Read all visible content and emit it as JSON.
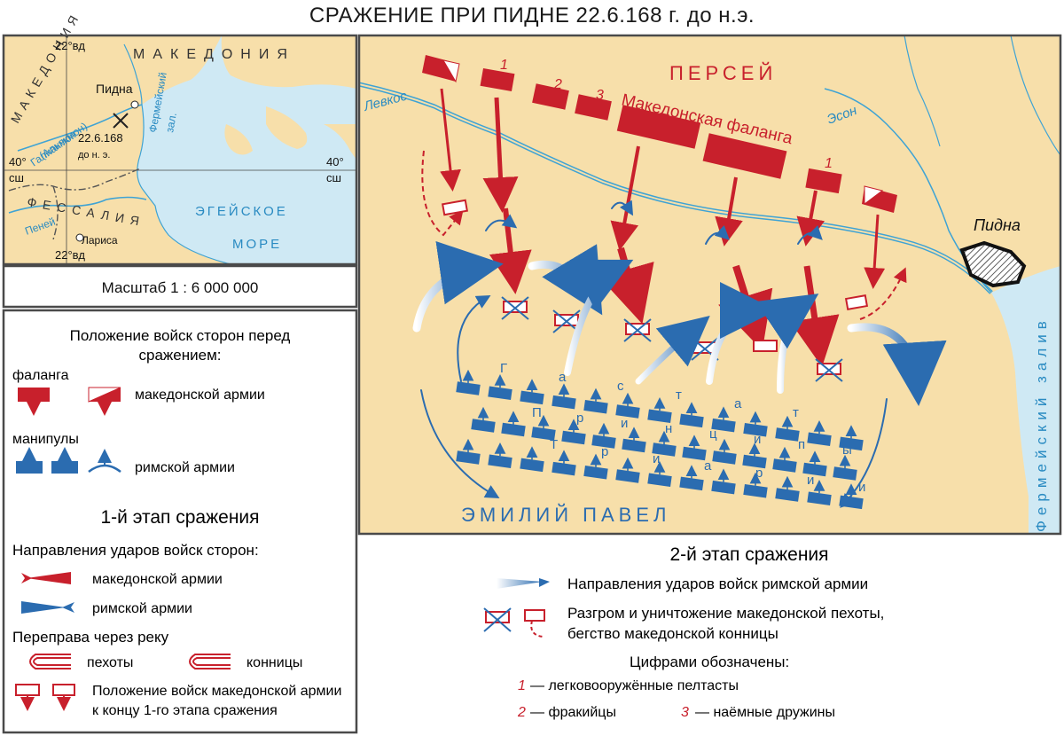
{
  "title": "СРАЖЕНИЕ ПРИ ПИДНЕ 22.6.168 г. до н.э.",
  "colors": {
    "land": "#f7dfaa",
    "sea": "#cfe9f4",
    "river": "#3fa3d4",
    "macedonian_red": "#c8202c",
    "roman_blue": "#2b6cb0",
    "frame": "#4a4a4a"
  },
  "inset": {
    "region_macedonia": "МАКЕДОНИЯ",
    "region_macedonia_left": "МАКЕДОНИЯ",
    "region_thessaly": "ФЕССАЛИЯ",
    "sea": "ЭГЕЙСКОЕ МОРЕ",
    "sea_line1": "ЭГЕЙСКОЕ",
    "sea_line2": "МОРЕ",
    "gulf": "Фермейский зал.",
    "rivers": [
      "Галиакмон (Альякмон)",
      "Пеней"
    ],
    "river_galiakmon": "Галиакмон",
    "river_alyakmon": "(Альякмон)",
    "river_peney": "Пеней",
    "gulf_line1": "Фермейский",
    "gulf_line2": "зал.",
    "city_pydna": "Пидна",
    "city_larisa": "Лариса",
    "battle_date_line1": "22.6.168",
    "battle_date_line2": "до н. э.",
    "lon_top": "22°вд",
    "lon_bottom": "22°вд",
    "lat_left_line1": "40°",
    "lat_left_line2": "сш",
    "lat_right_line1": "40°",
    "lat_right_line2": "сш",
    "scale": "Масштаб 1 : 6 000 000"
  },
  "battle_map": {
    "perseus": "ПЕРСЕЙ",
    "aemilius": "ЭМИЛИЙ ПАВЕЛ",
    "phalanx_label": "Македонская фаланга",
    "num1_left": "1",
    "num2": "2",
    "num3": "3",
    "num1_right": "1",
    "river_levkos": "Левкос",
    "river_eson": "Эсон",
    "city_pydna": "Пидна",
    "gulf_vertical": "Фермейский залив",
    "row_hastati": [
      "Г",
      "а",
      "с",
      "т",
      "а",
      "т"
    ],
    "row_principes": [
      "П",
      "р",
      "и",
      "н",
      "ц",
      "и",
      "п",
      "ы"
    ],
    "row_triarii": [
      "Т",
      "р",
      "и",
      "а",
      "р",
      "и",
      "и"
    ]
  },
  "legend": {
    "positions_heading_line1": "Положение войск сторон перед",
    "positions_heading_line2": "сражением:",
    "phalanx": "фаланга",
    "macedonian_army": "македонской армии",
    "maniples": "манипулы",
    "roman_army": "римской армии",
    "stage1_heading": "1-й этап сражения",
    "strike_directions": "Направления ударов войск сторон:",
    "strike_macedonian": "македонской армии",
    "strike_roman": "римской армии",
    "crossing": "Переправа через реку",
    "infantry": "пехоты",
    "cavalry": "конницы",
    "position_end_line1": "Положение войск македонской армии",
    "position_end_line2": "к концу 1-го этапа сражения",
    "stage2_heading": "2-й этап сражения",
    "stage2_strikes": "Направления ударов войск римской армии",
    "rout_line1": "Разгром и уничтожение македонской пехоты,",
    "rout_line2": "бегство македонской конницы",
    "numbers_heading": "Цифрами обозначены:",
    "num_1": "1",
    "num_1_text": "— легковооружённые пелтасты",
    "num_2": "2",
    "num_2_text": "— фракийцы",
    "num_3": "3",
    "num_3_text": "— наёмные дружины"
  }
}
